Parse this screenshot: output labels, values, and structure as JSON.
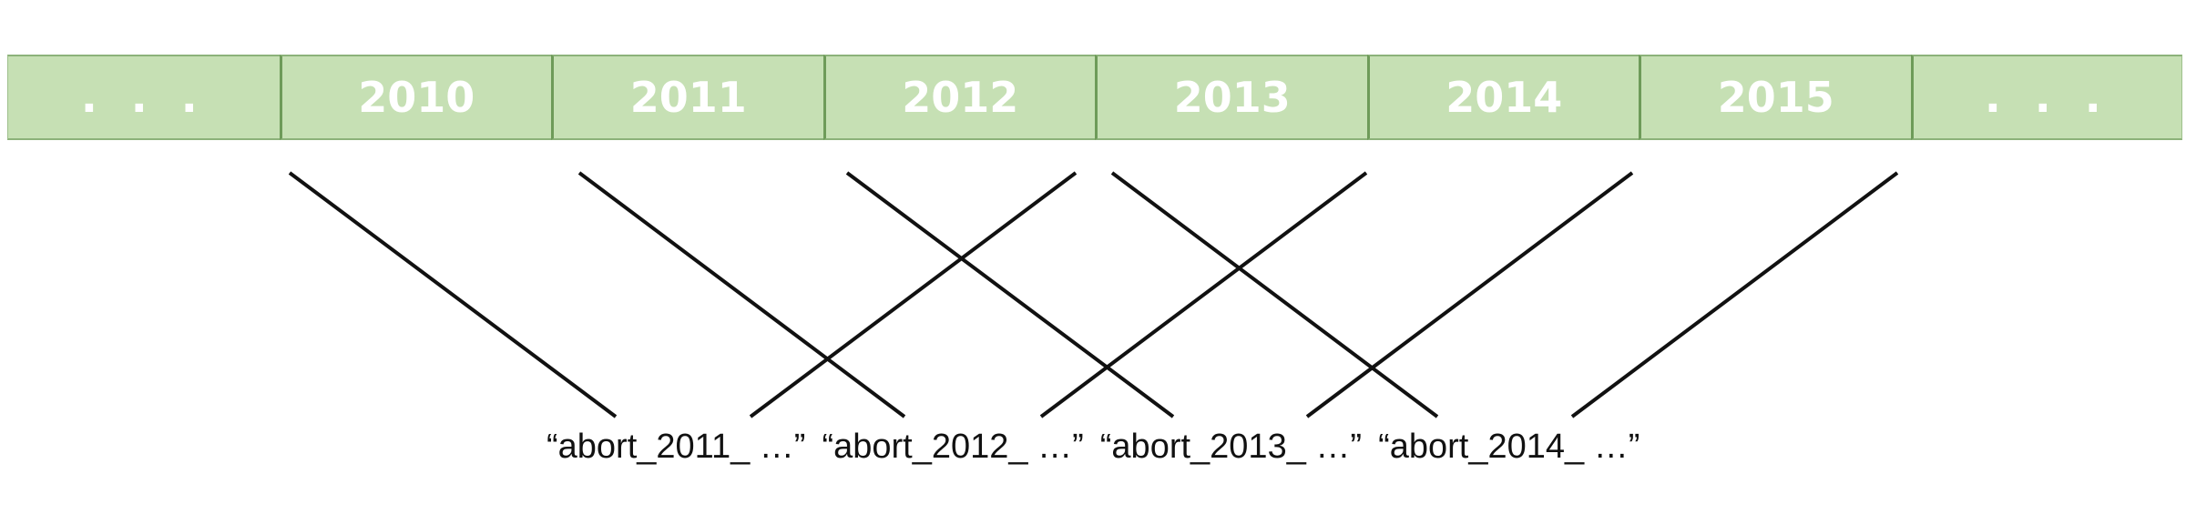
{
  "timeline": {
    "cells": [
      {
        "label": ". . ."
      },
      {
        "label": "2010"
      },
      {
        "label": "2011"
      },
      {
        "label": "2012"
      },
      {
        "label": "2013"
      },
      {
        "label": "2014"
      },
      {
        "label": "2015"
      },
      {
        "label": ". . ."
      }
    ]
  },
  "labels": [
    "“abort_2011_ …”",
    "“abort_2012_ …”",
    "“abort_2013_ …”",
    "“abort_2014_ …”"
  ],
  "colors": {
    "cell_fill": "#c6e0b4",
    "cell_border": "#6e9b59",
    "cell_text": "#ffffff",
    "line": "#111111"
  }
}
